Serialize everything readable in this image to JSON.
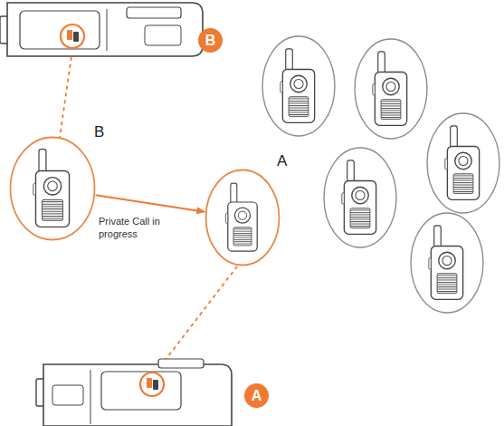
{
  "diagram": {
    "nodes": [
      {
        "text": [
          "B"
        ]
      },
      {
        "text": [
          "B"
        ]
      },
      {
        "text": [
          "A"
        ]
      },
      {
        "text": [
          "A"
        ]
      }
    ],
    "edges": [
      {
        "from": 1,
        "to": 2,
        "arrow": "to",
        "label": "Private Call in progress"
      }
    ]
  }
}
